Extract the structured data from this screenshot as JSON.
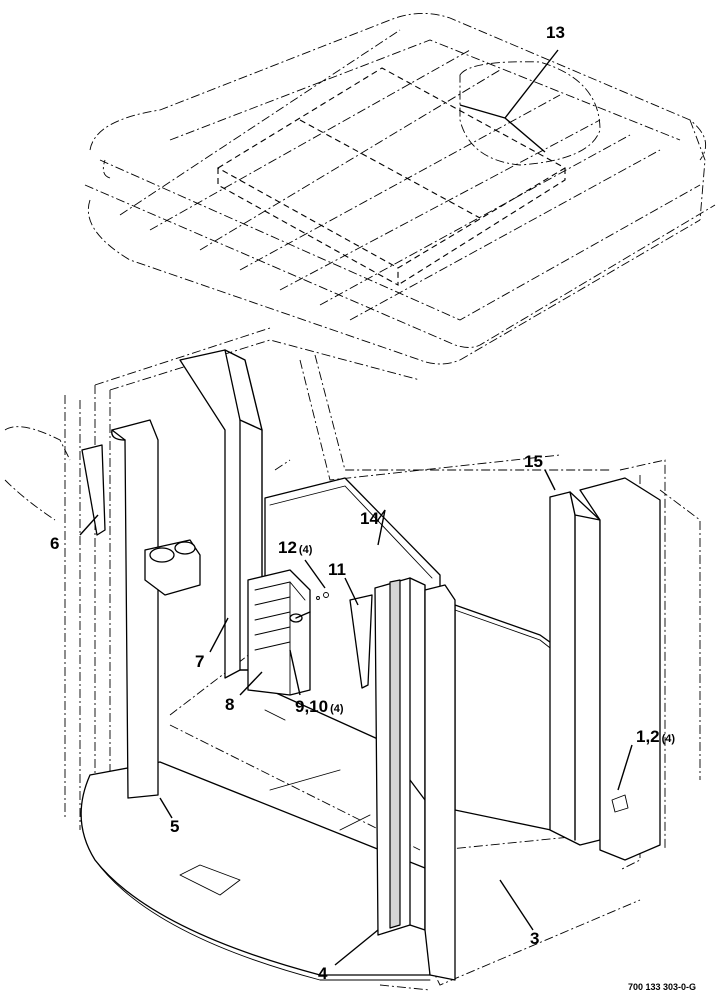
{
  "diagram": {
    "callouts": [
      {
        "id": "c1",
        "label": "1,2",
        "sub": "(4)"
      },
      {
        "id": "c3",
        "label": "3",
        "sub": ""
      },
      {
        "id": "c4",
        "label": "4",
        "sub": ""
      },
      {
        "id": "c5",
        "label": "5",
        "sub": ""
      },
      {
        "id": "c6",
        "label": "6",
        "sub": ""
      },
      {
        "id": "c7",
        "label": "7",
        "sub": ""
      },
      {
        "id": "c8",
        "label": "8",
        "sub": ""
      },
      {
        "id": "c9",
        "label": "9,10",
        "sub": "(4)"
      },
      {
        "id": "c11",
        "label": "11",
        "sub": ""
      },
      {
        "id": "c12",
        "label": "12",
        "sub": "(4)"
      },
      {
        "id": "c13",
        "label": "13",
        "sub": ""
      },
      {
        "id": "c14",
        "label": "14",
        "sub": ""
      },
      {
        "id": "c15",
        "label": "15",
        "sub": ""
      }
    ],
    "drawing_id": "700 133 303-0-G"
  }
}
